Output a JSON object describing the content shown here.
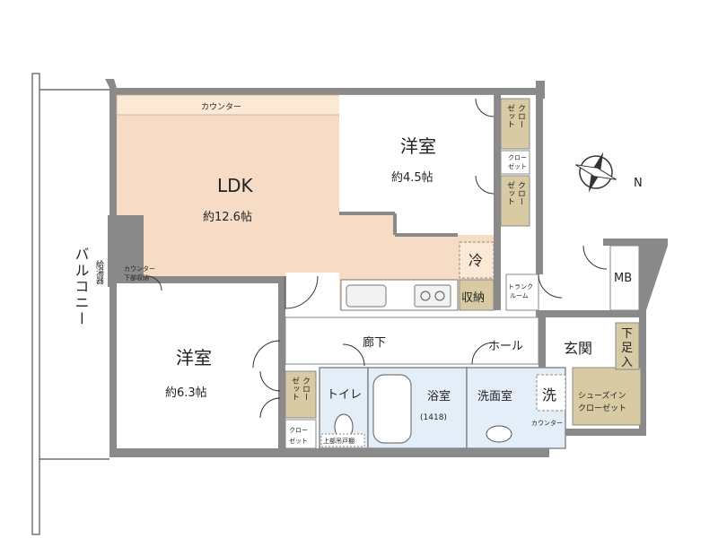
{
  "rooms": {
    "ldk": {
      "name": "LDK",
      "size": "約12.6帖"
    },
    "western_north": {
      "name": "洋室",
      "size": "約4.5帖"
    },
    "western_south": {
      "name": "洋室",
      "size": "約6.3帖"
    },
    "bath": {
      "name": "浴室",
      "size": "(1418)"
    },
    "washroom": "洗面室",
    "toilet": "トイレ",
    "hall": "ホール",
    "corridor": "廊下",
    "entrance": "玄関"
  },
  "labels": {
    "counter_top": "カウンター",
    "counter_small_1": "カウンター",
    "counter_small_2": "下部収納",
    "counter_wash": "カウンター",
    "balcony": "バルコニー",
    "water_heater": "給湯器",
    "fridge": "冷",
    "storage": "収納",
    "trunk_room_1": "トランク",
    "trunk_room_2": "ルーム",
    "mb": "MB",
    "washer": "洗",
    "shoe_box_1": "下",
    "shoe_box_2": "足",
    "shoe_box_3": "入",
    "shoes_in_1": "シューズイン",
    "shoes_in_2": "クローゼット",
    "upper_shelf": "上部吊戸棚",
    "closet_a1": "ゼット",
    "closet_a2": "クロー",
    "closet_small_1": "クロー",
    "closet_small_2": "ゼット",
    "closet_6_1": "ゼット",
    "closet_6_2": "クロー",
    "closet_6_small_1": "クロー",
    "closet_6_small_2": "ゼット"
  },
  "compass": {
    "direction": "N",
    "icon": "compass-icon"
  },
  "colors": {
    "wall": "#8a8a8a",
    "wood_floor": "#f6dcc4",
    "counter_strip": "#fbe9d6",
    "closet": "#d8cba4",
    "wet_area": "#e3eef9",
    "floor": "#ffffff"
  }
}
